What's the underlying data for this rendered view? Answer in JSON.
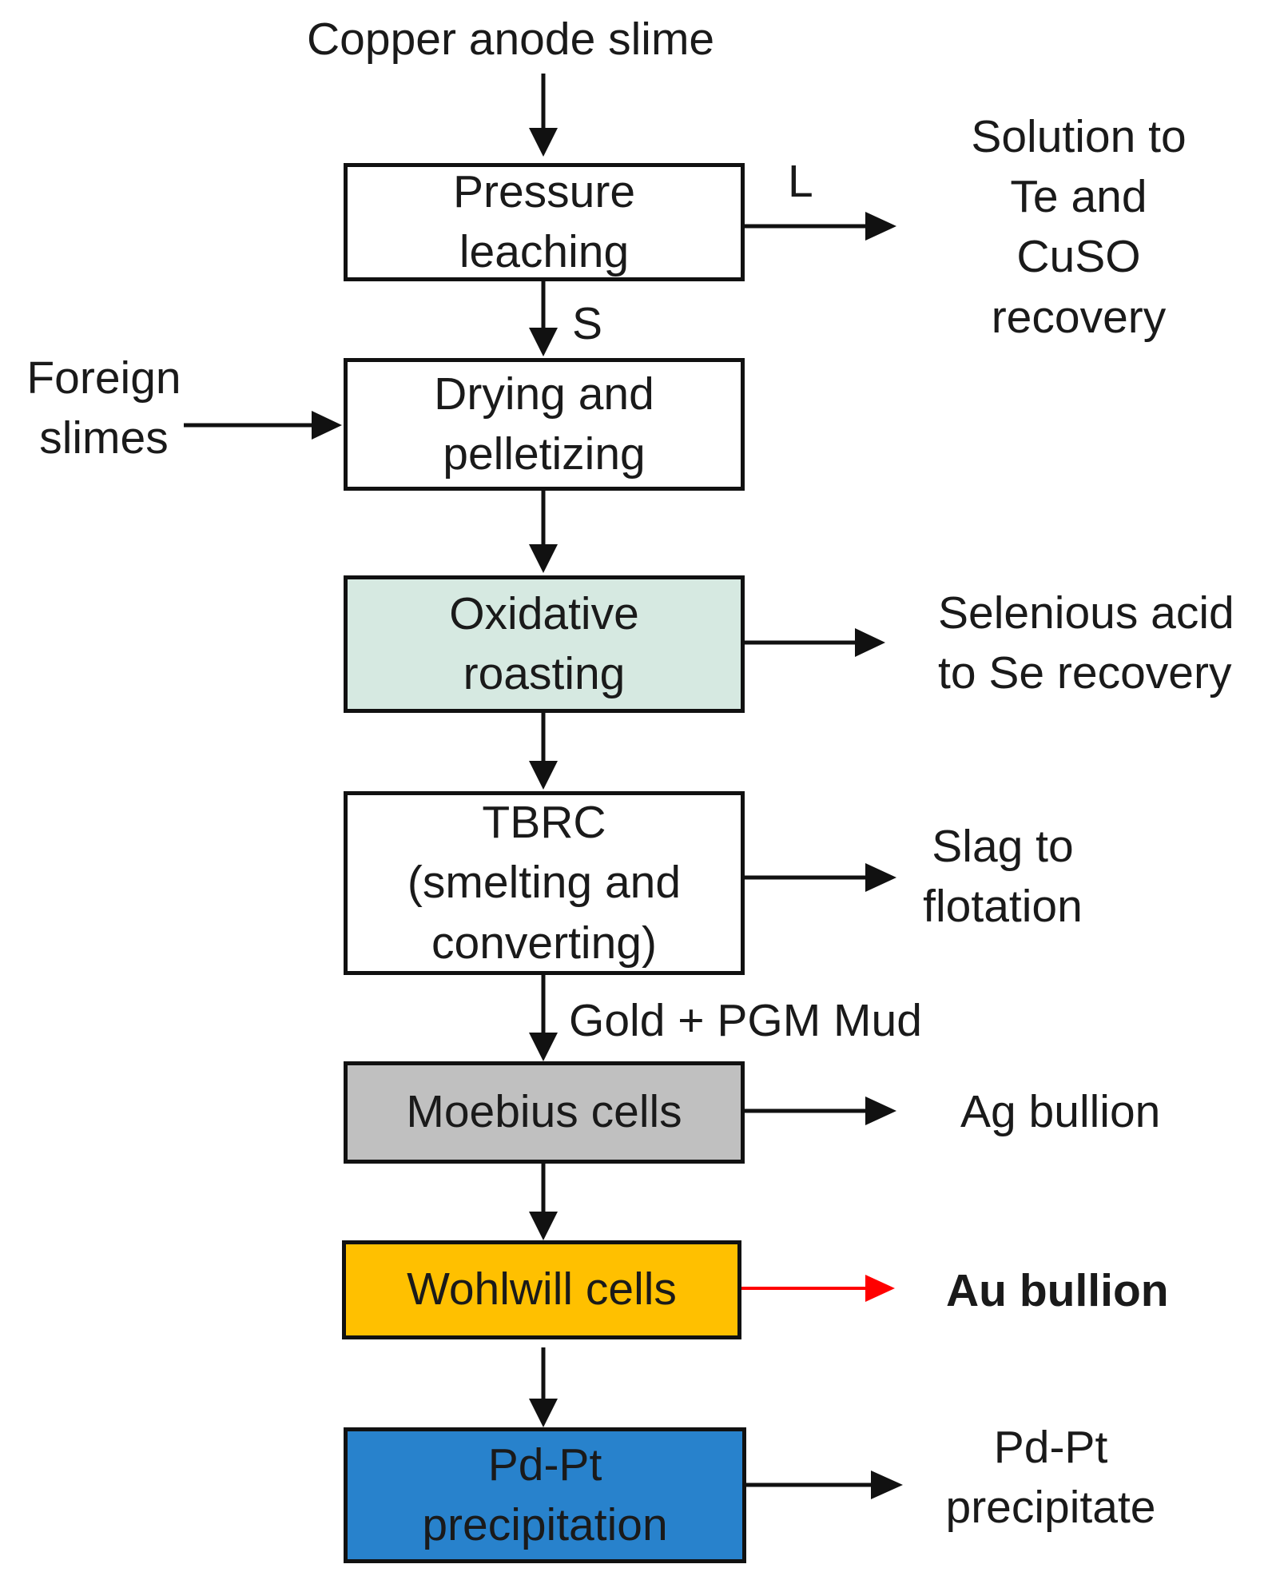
{
  "title": "Copper anode slime",
  "colors": {
    "box_default": "#ffffff",
    "oxidative": "#d6e9e1",
    "moebius": "#c0c0c0",
    "wohlwill": "#ffc000",
    "pdpt": "#2882cc",
    "arrow": "#111111",
    "au_arrow": "#ff0000"
  },
  "boxes": {
    "pressure_leaching": [
      "Pressure",
      "leaching"
    ],
    "drying_pelletizing": [
      "Drying and",
      "pelletizing"
    ],
    "oxidative_roasting": [
      "Oxidative",
      "roasting"
    ],
    "tbrc": [
      "TBRC",
      "(smelting and",
      "converting)"
    ],
    "moebius": [
      "Moebius cells"
    ],
    "wohlwill": [
      "Wohlwill cells"
    ],
    "pdpt": [
      "Pd-Pt",
      "precipitation"
    ]
  },
  "stream_labels": {
    "liquid": "L",
    "solid": "S",
    "gold_pgm_mud": "Gold + PGM Mud"
  },
  "inputs": {
    "foreign_slimes": [
      "Foreign",
      "slimes"
    ]
  },
  "outputs": {
    "te_cuso": [
      "Solution to",
      "Te and",
      "CuSO",
      "recovery"
    ],
    "selenious": [
      "Selenious acid",
      "to Se recovery"
    ],
    "slag": [
      "Slag to",
      "flotation"
    ],
    "ag_bullion": "Ag bullion",
    "au_bullion": "Au bullion",
    "pdpt_precipitate": [
      "Pd-Pt",
      "precipitate"
    ]
  }
}
